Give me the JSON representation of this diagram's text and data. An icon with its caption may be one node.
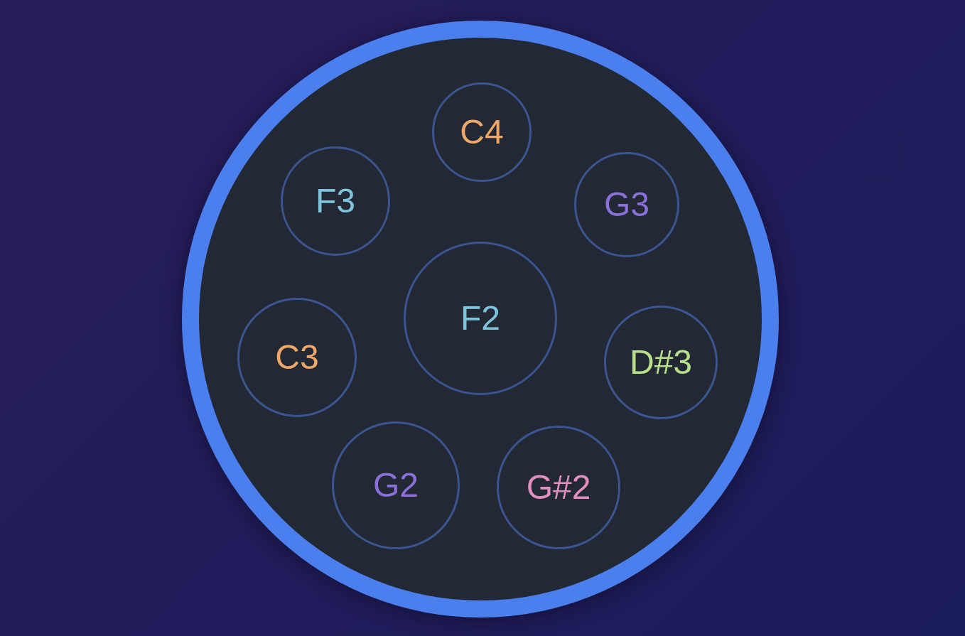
{
  "diagram": {
    "nodes": [
      {
        "text": [],
        "shape": "circle"
      },
      {
        "text": [
          "C4"
        ],
        "in": 0
      },
      {
        "text": [
          "F3"
        ],
        "in": 0
      },
      {
        "text": [
          "G3"
        ],
        "in": 0
      },
      {
        "text": [
          "F2"
        ],
        "in": 0
      },
      {
        "text": [
          "C3"
        ],
        "in": 0
      },
      {
        "text": [
          "D#3"
        ],
        "in": 0
      },
      {
        "text": [
          "G2"
        ],
        "in": 0
      },
      {
        "text": [
          "G#2"
        ],
        "in": 0
      }
    ],
    "edges": []
  }
}
